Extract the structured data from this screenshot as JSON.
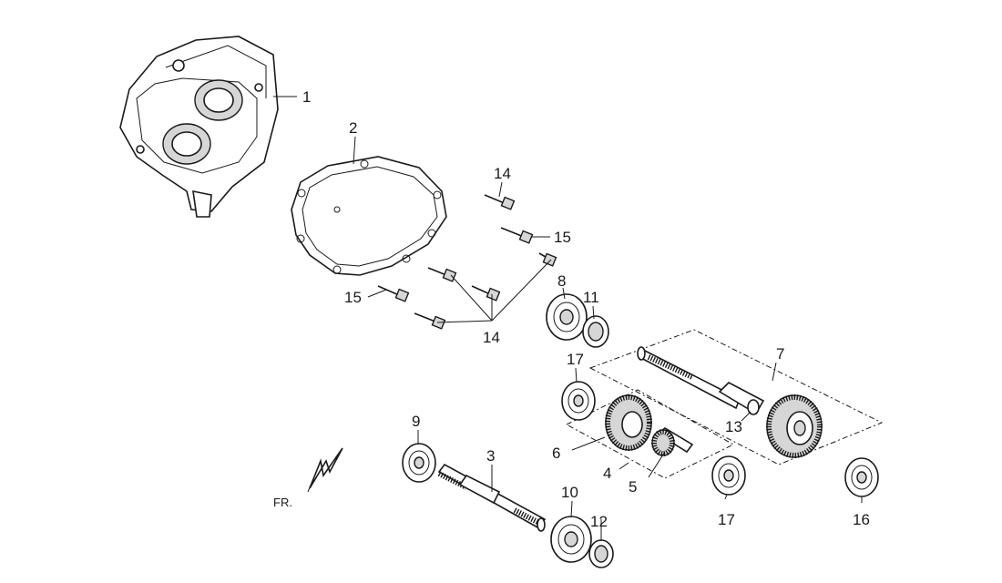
{
  "callouts": {
    "c1": "1",
    "c2": "2",
    "c3": "3",
    "c4": "4",
    "c5": "5",
    "c6": "6",
    "c7": "7",
    "c8": "8",
    "c9": "9",
    "c10": "10",
    "c11": "11",
    "c12": "12",
    "c13": "13",
    "c14a": "14",
    "c14b": "14",
    "c15a": "15",
    "c15b": "15",
    "c16": "16",
    "c17a": "17",
    "c17b": "17"
  },
  "front_marker": "FR."
}
